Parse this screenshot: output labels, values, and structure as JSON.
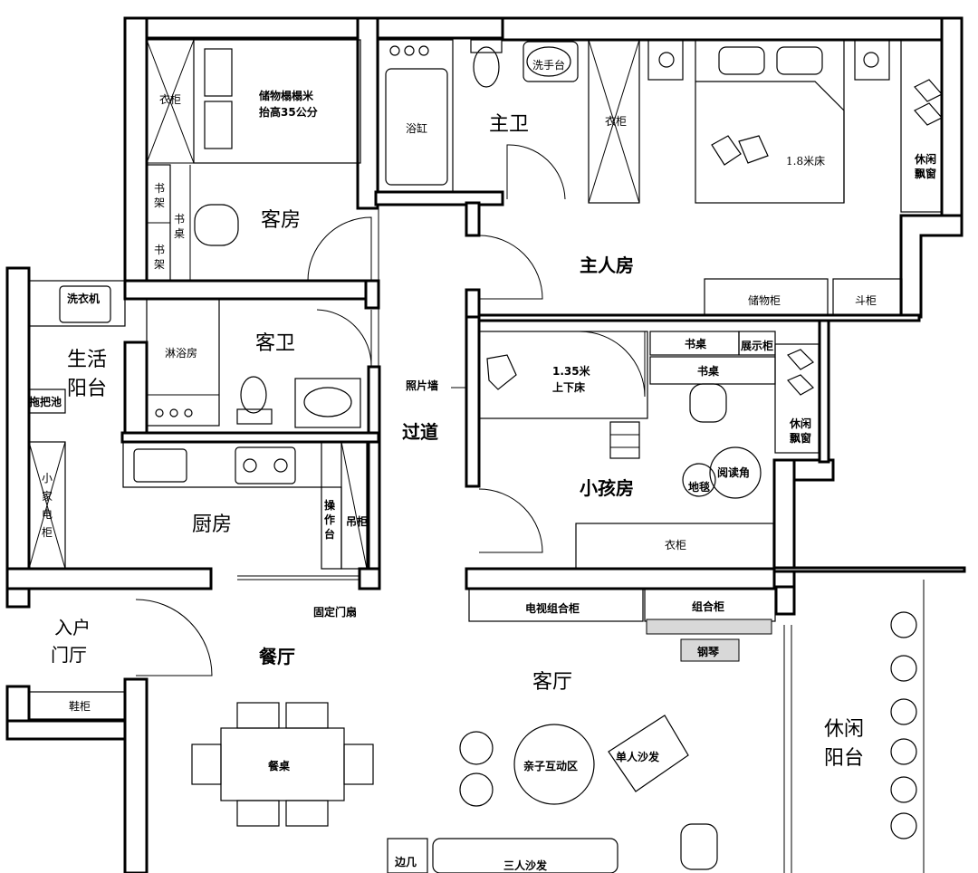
{
  "rooms": {
    "guest_room": "客房",
    "master_bath": "主卫",
    "master_room": "主人房",
    "guest_bath": "客卫",
    "corridor": "过道",
    "living_balcony_1": "生活",
    "living_balcony_2": "阳台",
    "kid_room": "小孩房",
    "kitchen": "厨房",
    "entry_1": "入户",
    "entry_2": "门厅",
    "dining": "餐厅",
    "living": "客厅",
    "leisure_balcony_1": "休闲",
    "leisure_balcony_2": "阳台"
  },
  "fixtures": {
    "wardrobe": "衣柜",
    "storage_tatami_1": "储物榻榻米",
    "storage_tatami_2": "抬高35公分",
    "bookshelf_1": "书",
    "bookshelf_2": "架",
    "desk_1": "书",
    "desk_2": "桌",
    "bathtub": "浴缸",
    "washbasin": "洗手台",
    "bed_18": "1.8米床",
    "bay_window_1": "休闲",
    "bay_window_2": "飘窗",
    "washer": "洗衣机",
    "mop_sink": "拖把池",
    "shower": "淋浴房",
    "storage_cabinet": "储物柜",
    "chest": "斗柜",
    "feature_wall": "照片墙",
    "bunk_bed_1": "1.35米",
    "bunk_bed_2": "上下床",
    "desk": "书桌",
    "display_cabinet": "展示柜",
    "rug": "地毯",
    "reading_corner": "阅读角",
    "small_appliance_cabinet": [
      "小",
      "家",
      "电",
      "柜"
    ],
    "work_counter": [
      "操",
      "作",
      "台"
    ],
    "hanging_cabinet": "吊柜",
    "fixed_door": "固定门扇",
    "tv_cabinet": "电视组合柜",
    "combo_cabinet": "组合柜",
    "piano": "钢琴",
    "shoe_cabinet": "鞋柜",
    "dining_table": "餐桌",
    "parent_child_area": "亲子互动区",
    "single_sofa": "单人沙发",
    "side_table": "边几",
    "three_seat_sofa": "三人沙发"
  }
}
